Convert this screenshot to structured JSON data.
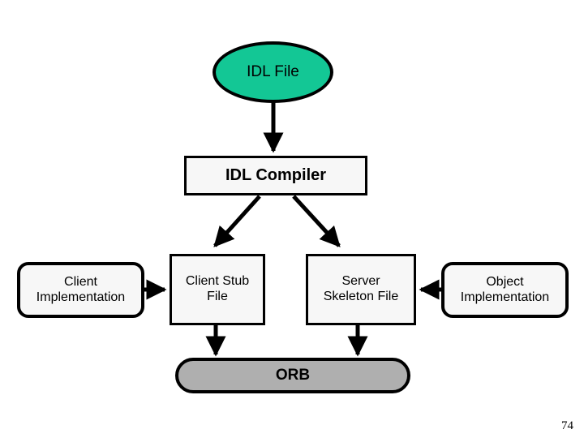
{
  "slide": {
    "page_number": "74",
    "background_color": "#ffffff"
  },
  "diagram": {
    "title_node": {
      "id": "idl-file",
      "label": "IDL File",
      "shape": "ellipse",
      "fill_color": "#13c795",
      "stroke_color": "#000000"
    },
    "nodes": [
      {
        "id": "idl-compiler",
        "label": "IDL Compiler",
        "shape": "rectangle",
        "fill_color": "#f7f7f7",
        "stroke_color": "#000000",
        "bold": true
      },
      {
        "id": "client-implementation",
        "label": "Client\nImplementation",
        "shape": "rounded-rectangle",
        "fill_color": "#f7f7f7",
        "stroke_color": "#000000",
        "bold": false
      },
      {
        "id": "client-stub-file",
        "label": "Client Stub\nFile",
        "shape": "rectangle",
        "fill_color": "#f7f7f7",
        "stroke_color": "#000000",
        "bold": false
      },
      {
        "id": "server-skeleton-file",
        "label": "Server\nSkeleton File",
        "shape": "rectangle",
        "fill_color": "#f7f7f7",
        "stroke_color": "#000000",
        "bold": false
      },
      {
        "id": "object-implementation",
        "label": "Object\nImplementation",
        "shape": "rounded-rectangle",
        "fill_color": "#f7f7f7",
        "stroke_color": "#000000",
        "bold": false
      },
      {
        "id": "orb",
        "label": "ORB",
        "shape": "pill",
        "fill_color": "#afafaf",
        "stroke_color": "#000000",
        "bold": true
      }
    ],
    "connectors": [
      {
        "id": "idl-file-to-idl-compiler",
        "from": "idl-file",
        "to": "idl-compiler",
        "direction": "down",
        "arrowhead": true
      },
      {
        "id": "idl-compiler-to-client-stub",
        "from": "idl-compiler",
        "to": "client-stub-file",
        "direction": "down-left",
        "arrowhead": true
      },
      {
        "id": "idl-compiler-to-server-skeleton",
        "from": "idl-compiler",
        "to": "server-skeleton-file",
        "direction": "down-right",
        "arrowhead": true
      },
      {
        "id": "client-implementation-to-client-stub",
        "from": "client-implementation",
        "to": "client-stub-file",
        "direction": "right",
        "arrowhead": true
      },
      {
        "id": "object-implementation-to-server-skeleton",
        "from": "object-implementation",
        "to": "server-skeleton-file",
        "direction": "left",
        "arrowhead": true
      },
      {
        "id": "client-stub-to-orb",
        "from": "client-stub-file",
        "to": "orb",
        "direction": "down",
        "arrowhead": true
      },
      {
        "id": "server-skeleton-to-orb",
        "from": "server-skeleton-file",
        "to": "orb",
        "direction": "down",
        "arrowhead": true
      }
    ]
  }
}
